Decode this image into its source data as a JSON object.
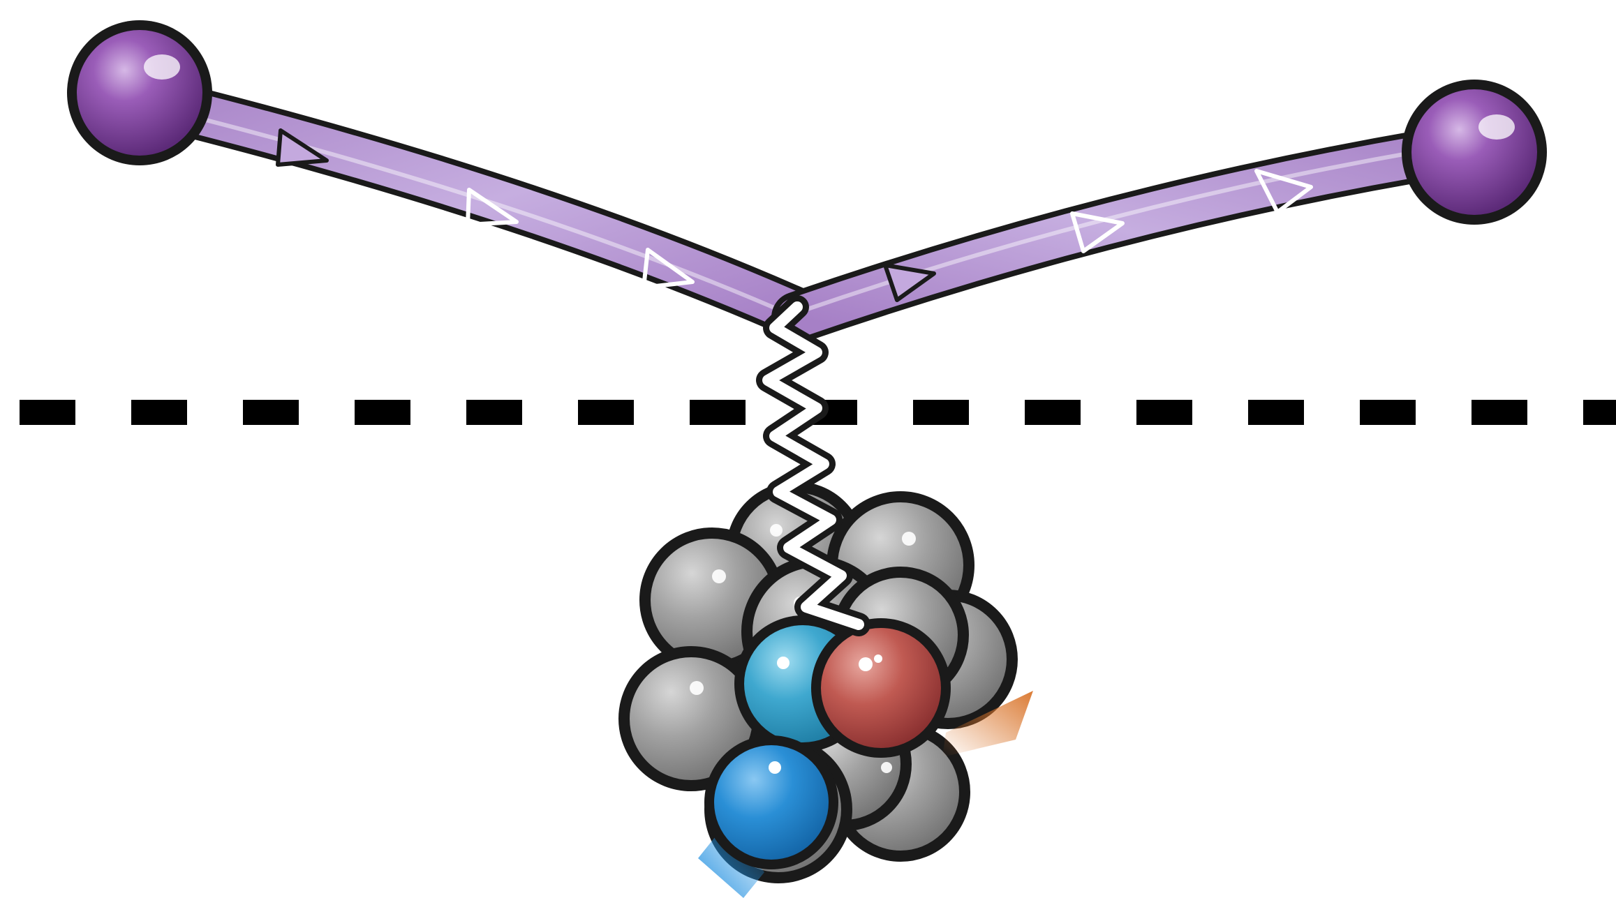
{
  "colors": {
    "background": "#ffffff",
    "outline": "#1a1a1a",
    "lepton": "#7b3f98",
    "lepton_line": "#b79bd2",
    "arrow": "#ffffff",
    "photon": "#ffffff",
    "separator": "#000000",
    "nucleon": "#9c9c9c",
    "quark_blue_light": "#3fa8cf",
    "quark_blue": "#1f86c8",
    "quark_red": "#b44a4a",
    "jet_orange": "#d9742a",
    "jet_blue": "#1f8fe0"
  },
  "icons": {
    "incoming_lepton": "lepton-sphere",
    "outgoing_lepton": "lepton-sphere",
    "exchanged_boson": "wavy-photon",
    "nucleus": "nucleon-cluster"
  }
}
